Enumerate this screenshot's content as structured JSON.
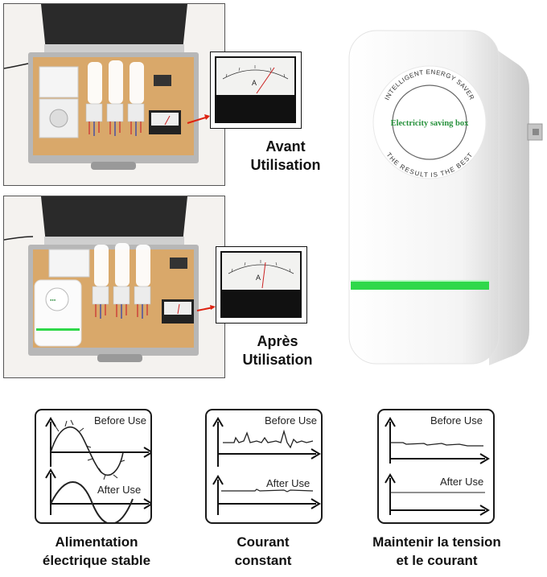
{
  "photos": {
    "before_caption": [
      "Avant",
      "Utilisation"
    ],
    "after_caption": [
      "Après",
      "Utilisation"
    ],
    "meter_unit": "A"
  },
  "device": {
    "ring_top_text": "INTELLIGENT ENERGY SAVER",
    "brand_text": "Electricity saving box",
    "ring_bottom_text": "THE RESULT IS THE BEST",
    "indicator_color": "#2fd84a"
  },
  "cards": [
    {
      "before_label": "Before Use",
      "after_label": "After Use"
    },
    {
      "before_label": "Before Use",
      "after_label": "After Use"
    },
    {
      "before_label": "Before Use",
      "after_label": "After Use"
    }
  ],
  "captions": [
    [
      "Alimentation",
      "électrique stable"
    ],
    [
      "Courant",
      "constant"
    ],
    [
      "Maintenir la tension",
      "et le courant"
    ]
  ]
}
